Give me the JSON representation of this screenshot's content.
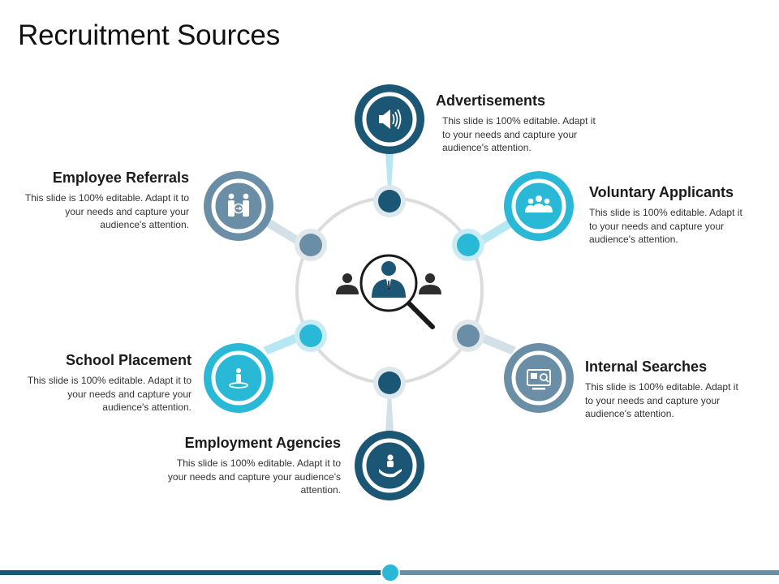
{
  "title": "Recruitment Sources",
  "colors": {
    "dark": "#1b5674",
    "light": "#29b9d6",
    "mid": "#6a8ea5",
    "ring": "#dcdcdc",
    "footer_dark": "#1b5674",
    "footer_light": "#6a8ea5"
  },
  "items": [
    {
      "heading": "Advertisements",
      "text": "This slide is 100% editable. Adapt it to your needs and capture your audience's attention.",
      "icon": "speaker-icon"
    },
    {
      "heading": "Voluntary Applicants",
      "text": "This slide is 100% editable. Adapt it to your needs and capture your audience's attention.",
      "icon": "group-icon"
    },
    {
      "heading": "Internal Searches",
      "text": "This slide is 100% editable. Adapt it to your needs and capture your audience's attention.",
      "icon": "monitor-search-icon"
    },
    {
      "heading": "Employment Agencies",
      "text": "This slide is 100% editable. Adapt it to your needs and capture your audience's attention.",
      "icon": "hand-person-icon"
    },
    {
      "heading": "School Placement",
      "text": "This slide is 100% editable. Adapt it to your needs and capture your audience's attention.",
      "icon": "person-pin-icon"
    },
    {
      "heading": "Employee Referrals",
      "text": "This slide is 100% editable. Adapt it to your needs and capture your audience's attention.",
      "icon": "people-referral-icon"
    }
  ],
  "center_icon": "recruitment-search-icon"
}
